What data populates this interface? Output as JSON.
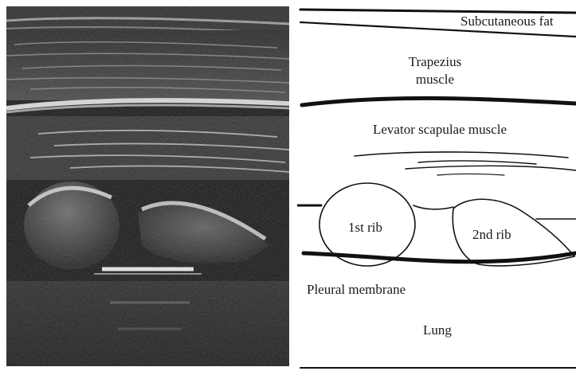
{
  "figure": {
    "left_panel": {
      "kind": "ultrasound-image",
      "tones": {
        "background": "#151515",
        "tissue_bright": "#d0d0d0",
        "tissue_mid": "#6a6a6a"
      }
    },
    "right_panel": {
      "kind": "schematic-drawing",
      "line_color": "#111111",
      "labels": {
        "subcutaneous_fat": "Subcutaneous fat",
        "trapezius_line1": "Trapezius",
        "trapezius_line2": "muscle",
        "levator": "Levator scapulae muscle",
        "rib1": "1st rib",
        "rib2": "2nd rib",
        "pleura": "Pleural membrane",
        "lung": "Lung"
      }
    }
  }
}
